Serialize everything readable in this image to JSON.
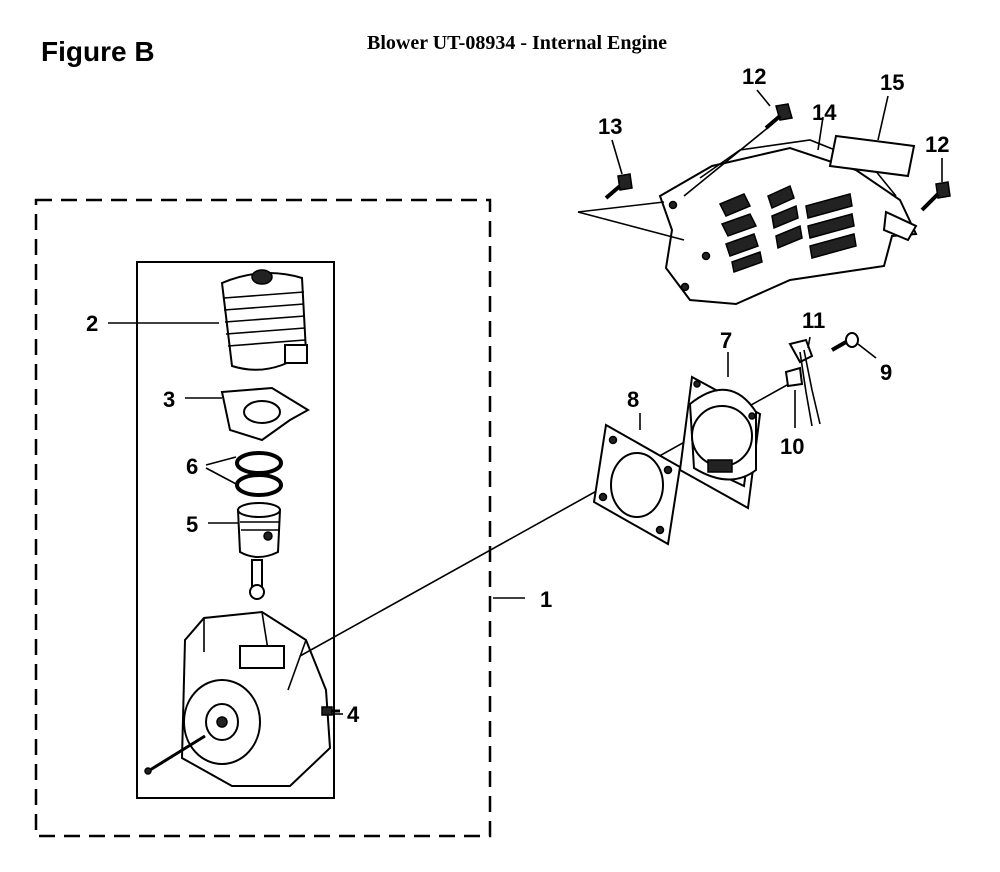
{
  "header": {
    "figure_label": "Figure B",
    "title": "Blower UT-08934 - Internal Engine"
  },
  "callouts": {
    "c1": "1",
    "c2": "2",
    "c3": "3",
    "c4": "4",
    "c5": "5",
    "c6": "6",
    "c7": "7",
    "c8": "8",
    "c9": "9",
    "c10": "10",
    "c11": "11",
    "c12a": "12",
    "c12b": "12",
    "c13": "13",
    "c14": "14",
    "c15": "15"
  }
}
